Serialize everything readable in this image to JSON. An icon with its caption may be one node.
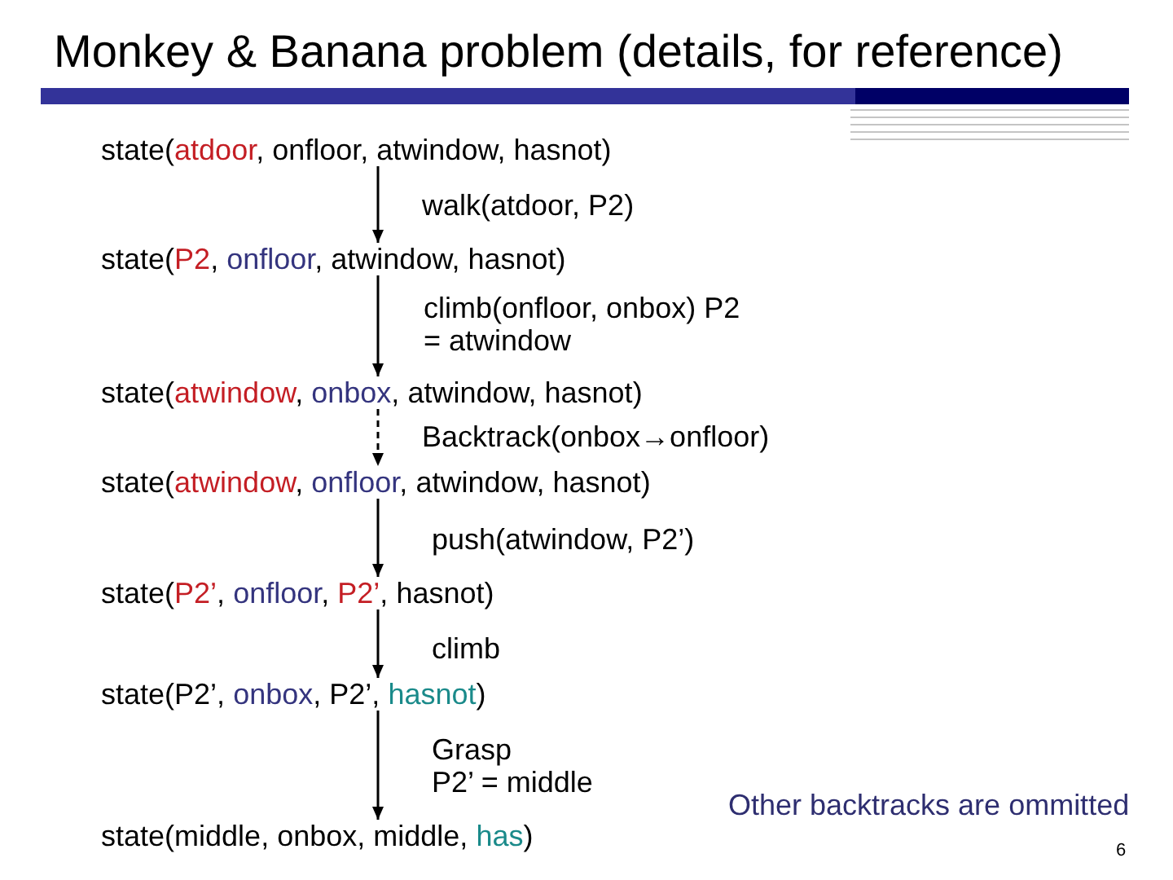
{
  "diagram": {
    "title": "Monkey & Banana problem (details, for reference)",
    "nodes": [
      {
        "text": [
          "state(atdoor, onfloor, atwindow, hasnot)"
        ]
      },
      {
        "text": [
          "state(P2, onfloor, atwindow, hasnot)"
        ]
      },
      {
        "text": [
          "state(atwindow, onbox, atwindow, hasnot)"
        ]
      },
      {
        "text": [
          "state(atwindow, onfloor, atwindow, hasnot)"
        ]
      },
      {
        "text": [
          "state(P2’, onfloor, P2’, hasnot)"
        ]
      },
      {
        "text": [
          "state(P2’, onbox, P2’, hasnot)"
        ]
      },
      {
        "text": [
          "state(middle, onbox, middle, has)"
        ]
      }
    ],
    "edges": [
      {
        "from": 0,
        "to": 1,
        "arrow": "to",
        "label": "walk(atdoor, P2)"
      },
      {
        "from": 1,
        "to": 2,
        "arrow": "to",
        "label": "climb(onfloor, onbox) P2 = atwindow"
      },
      {
        "from": 2,
        "to": 3,
        "arrow": "to",
        "label": "Backtrack(onbox→onfloor)",
        "style": "dashed"
      },
      {
        "from": 3,
        "to": 4,
        "arrow": "to",
        "label": "push(atwindow, P2’)"
      },
      {
        "from": 4,
        "to": 5,
        "arrow": "to",
        "label": "climb"
      },
      {
        "from": 5,
        "to": 6,
        "arrow": "to",
        "label": "Grasp P2’ = middle"
      }
    ],
    "labels": [
      "Other backtracks are ommitted",
      "6"
    ]
  }
}
